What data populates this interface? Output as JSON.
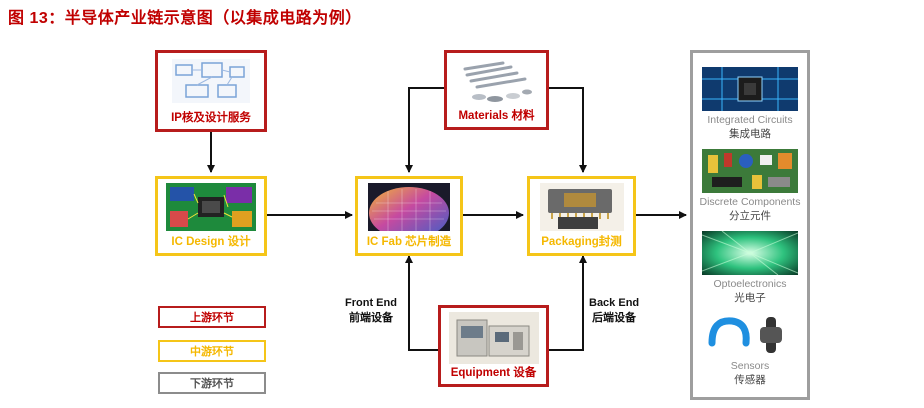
{
  "title": "图 13：半导体产业链示意图（以集成电路为例）",
  "boxes": {
    "ip": "IP核及设计服务",
    "materials": "Materials 材料",
    "design": "IC Design 设计",
    "fab": "IC Fab 芯片制造",
    "packaging": "Packaging封测",
    "equipment": "Equipment 设备"
  },
  "side_labels": {
    "front_en": "Front End",
    "front_cn": "前端设备",
    "back_en": "Back End",
    "back_cn": "后端设备"
  },
  "legend": {
    "upstream": "上游环节",
    "midstream": "中游环节",
    "downstream": "下游环节"
  },
  "products": [
    {
      "en": "Integrated Circuits",
      "cn": "集成电路",
      "icon": "chip-icon"
    },
    {
      "en": "Discrete Components",
      "cn": "分立元件",
      "icon": "circuit-board-icon"
    },
    {
      "en": "Optoelectronics",
      "cn": "光电子",
      "icon": "fiber-optic-icon"
    },
    {
      "en": "Sensors",
      "cn": "传感器",
      "icon": "wearable-sensor-icon"
    }
  ],
  "colors": {
    "upstream": "#b71c1c",
    "midstream": "#f5c518",
    "downstream": "#9e9e9e",
    "title": "#c00000"
  }
}
